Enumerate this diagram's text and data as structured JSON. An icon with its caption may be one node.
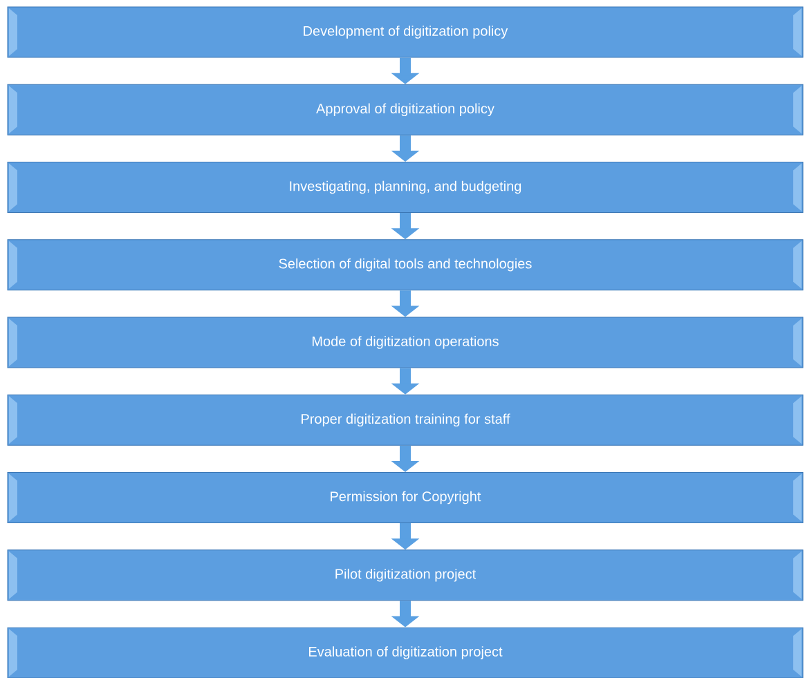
{
  "diagram": {
    "nodes": [
      {
        "text": [
          "Development of digitization policy"
        ]
      },
      {
        "text": [
          "Approval of digitization policy"
        ]
      },
      {
        "text": [
          "Investigating, planning, and budgeting"
        ]
      },
      {
        "text": [
          "Selection of digital tools and technologies"
        ]
      },
      {
        "text": [
          "Mode of digitization operations"
        ]
      },
      {
        "text": [
          "Proper digitization training for staff"
        ]
      },
      {
        "text": [
          "Permission for Copyright"
        ]
      },
      {
        "text": [
          "Pilot digitization project"
        ]
      },
      {
        "text": [
          "Evaluation of digitization project"
        ]
      }
    ],
    "edges": [
      {
        "from": 0,
        "to": 1,
        "arrow": "to"
      },
      {
        "from": 1,
        "to": 2,
        "arrow": "to"
      },
      {
        "from": 2,
        "to": 3,
        "arrow": "to"
      },
      {
        "from": 3,
        "to": 4,
        "arrow": "to"
      },
      {
        "from": 4,
        "to": 5,
        "arrow": "to"
      },
      {
        "from": 5,
        "to": 6,
        "arrow": "to"
      },
      {
        "from": 6,
        "to": 7,
        "arrow": "to"
      },
      {
        "from": 7,
        "to": 8,
        "arrow": "to"
      }
    ]
  }
}
